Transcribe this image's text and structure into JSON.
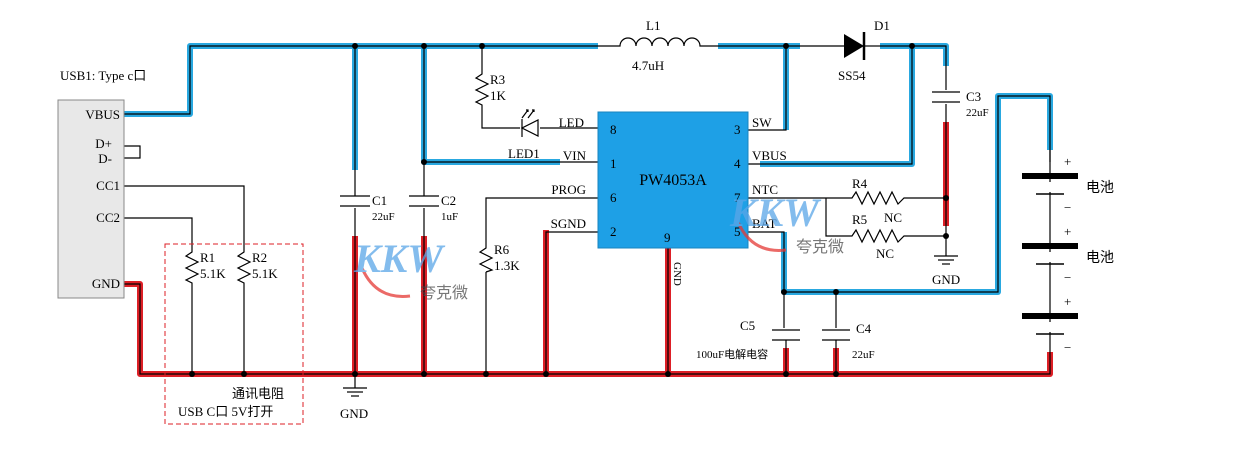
{
  "usb": {
    "title": "USB1: Type c口",
    "pins": [
      "VBUS",
      "D+",
      "D-",
      "CC1",
      "CC2",
      "GND"
    ]
  },
  "ic": {
    "name": "PW4053A",
    "left_pins": [
      {
        "num": "8",
        "label": "LED"
      },
      {
        "num": "1",
        "label": "VIN"
      },
      {
        "num": "6",
        "label": "PROG"
      },
      {
        "num": "2",
        "label": "SGND"
      }
    ],
    "right_pins": [
      {
        "num": "3",
        "label": "SW"
      },
      {
        "num": "4",
        "label": "VBUS"
      },
      {
        "num": "7",
        "label": "NTC"
      },
      {
        "num": "5",
        "label": "BAT"
      }
    ],
    "bottom_pin": {
      "num": "9",
      "label": "GND"
    }
  },
  "components": {
    "l1": {
      "ref": "L1",
      "value": "4.7uH"
    },
    "d1": {
      "ref": "D1",
      "value": "SS54"
    },
    "r1": {
      "ref": "R1",
      "value": "5.1K"
    },
    "r2": {
      "ref": "R2",
      "value": "5.1K"
    },
    "r3": {
      "ref": "R3",
      "value": "1K"
    },
    "r4": {
      "ref": "R4",
      "value": "NC"
    },
    "r5": {
      "ref": "R5",
      "value": "NC"
    },
    "r6": {
      "ref": "R6",
      "value": "1.3K"
    },
    "c1": {
      "ref": "C1",
      "value": "22uF"
    },
    "c2": {
      "ref": "C2",
      "value": "1uF"
    },
    "c3": {
      "ref": "C3",
      "value": "22uF"
    },
    "c4": {
      "ref": "C4",
      "value": "22uF"
    },
    "c5": {
      "ref": "C5",
      "value": "100uF电解电容"
    },
    "led1": {
      "ref": "LED1"
    }
  },
  "gnd_label": "GND",
  "battery": {
    "label": "电池",
    "plus": "+",
    "minus": "−"
  },
  "note": {
    "line1": "通讯电阻",
    "line2": "USB C口 5V打开"
  },
  "watermark": {
    "text": "KKW",
    "sub": "夸克微"
  },
  "colors": {
    "vbus_net": "#29a8e0",
    "gnd_net": "#dd1f26",
    "ic_fill": "#1ea0e6",
    "note_border": "#dd1f26"
  }
}
